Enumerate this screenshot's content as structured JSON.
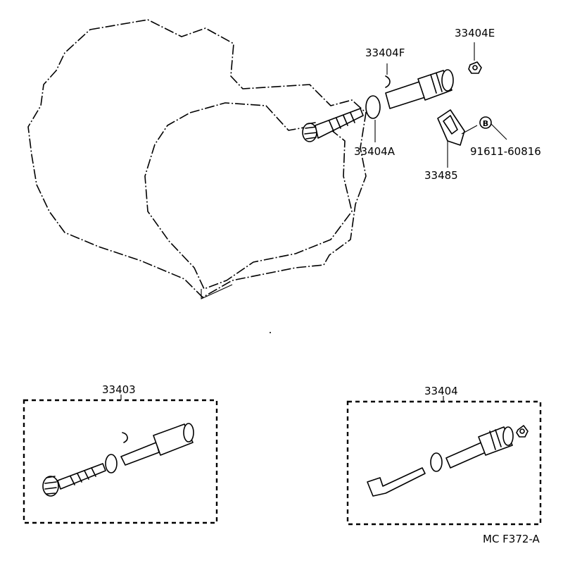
{
  "parts": {
    "p33404E": "33404E",
    "p33404F": "33404F",
    "p33404A": "33404A",
    "p33485": "33485",
    "p91611": "91611-60816",
    "bolt_mark": "B"
  },
  "assemblies": {
    "a33403": "33403",
    "a33404": "33404"
  },
  "figure_code": "MC F372-A"
}
